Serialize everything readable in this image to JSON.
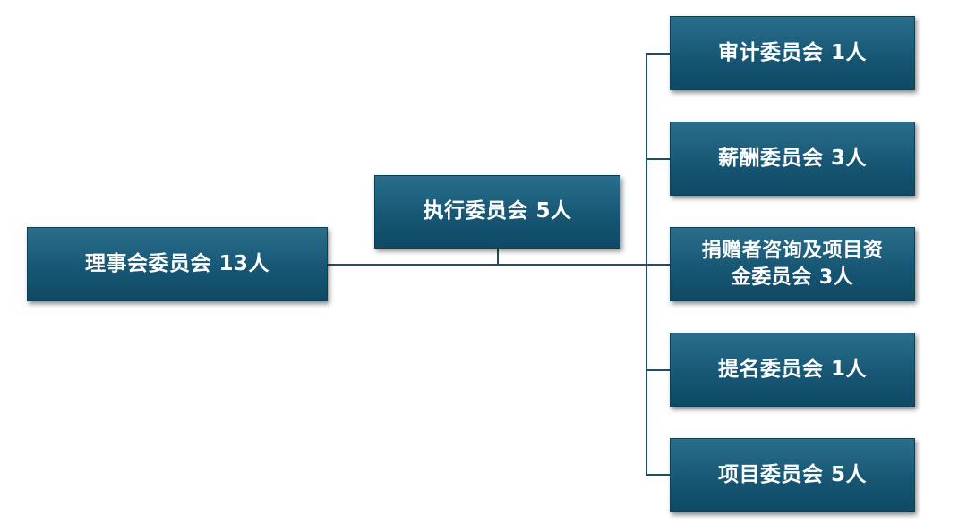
{
  "nodes": {
    "board": "理事会委员会  13人",
    "exec": "执行委员会  5人",
    "audit": "审计委员会  1人",
    "comp": "薪酬委员会  3人",
    "donor_line1": "捐赠者咨询及项目资",
    "donor_line2": "金委员会  3人",
    "nom": "提名委员会  1人",
    "proj": "项目委员会  5人"
  },
  "colors": {
    "box_top": "#2a6e8c",
    "box_bottom": "#0f4964",
    "text": "#ffffff",
    "connector": "#1f4f66"
  }
}
